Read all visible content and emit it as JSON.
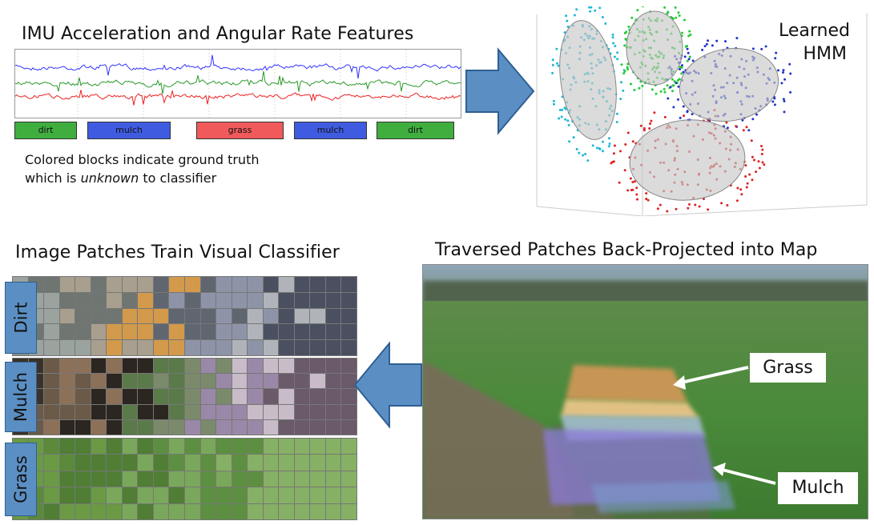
{
  "imu": {
    "title": "IMU Acceleration and Angular Rate Features",
    "blocks": [
      {
        "label": "dirt",
        "color": "#3fae3f"
      },
      {
        "label": "mulch",
        "color": "#3f5ce0"
      },
      {
        "label": "grass",
        "color": "#f05a5a"
      },
      {
        "label": "mulch",
        "color": "#3f5ce0"
      },
      {
        "label": "dirt",
        "color": "#3fae3f"
      }
    ],
    "caption_line1": "Colored blocks indicate ground truth",
    "caption_line2_pre": "which is ",
    "caption_line2_em": "unknown",
    "caption_line2_post": " to classifier",
    "series_colors": [
      "#3333ff",
      "#2a9a2a",
      "#ee2222"
    ]
  },
  "hmm": {
    "label_line1": "Learned",
    "label_line2": "HMM",
    "cluster_colors": [
      "#1fb8d8",
      "#22cc33",
      "#2233cc",
      "#dd2222"
    ]
  },
  "patches": {
    "title": "Image Patches Train Visual Classifier",
    "tabs": [
      "Dirt",
      "Mulch",
      "Grass"
    ]
  },
  "map": {
    "title": "Traversed Patches Back-Projected into Map",
    "callouts": [
      "Grass",
      "Mulch"
    ]
  },
  "colors": {
    "arrow": "#5b8fc4",
    "arrow_stroke": "#2e5f93"
  }
}
